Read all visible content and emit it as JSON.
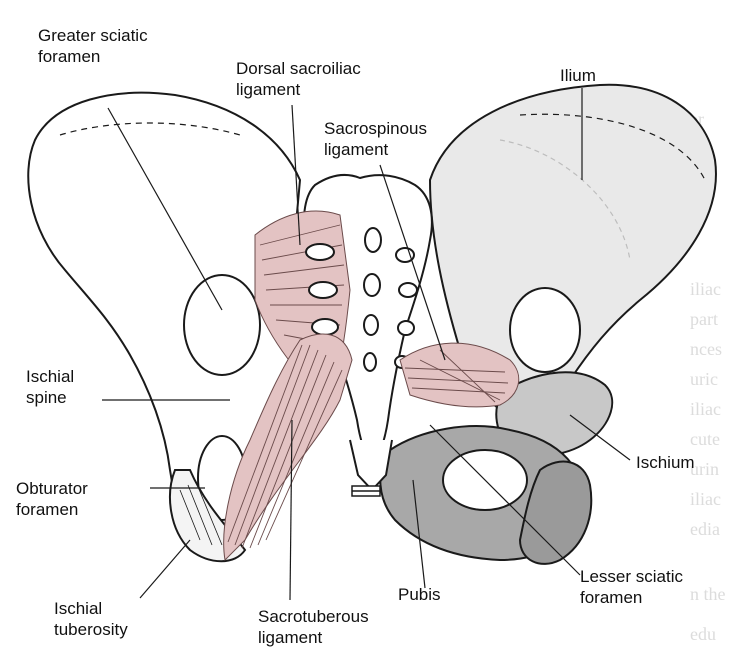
{
  "colors": {
    "outline": "#1a1a1a",
    "bone": "#ffffff",
    "ilium_shade": "#e9e9e9",
    "ischium_shade": "#c8c8c8",
    "pubis_shade": "#a8a8a8",
    "ligament": "#e3c3c3",
    "ligament_fibers": "#6b4b4b",
    "bleed_text": "#d9d9d9"
  },
  "labels": {
    "greater_sciatic": [
      "Greater sciatic",
      "foramen"
    ],
    "dorsal_sacroiliac": [
      "Dorsal sacroiliac",
      "ligament"
    ],
    "sacrospinous": [
      "Sacrospinous",
      "ligament"
    ],
    "ilium": [
      "Ilium"
    ],
    "ischial_spine": [
      "Ischial",
      "spine"
    ],
    "obturator": [
      "Obturator",
      "foramen"
    ],
    "ischium": [
      "Ischium"
    ],
    "ischial_tuberosity": [
      "Ischial",
      "tuberosity"
    ],
    "pubis": [
      "Pubis"
    ],
    "sacrotuberous": [
      "Sacrotuberous",
      "ligament"
    ],
    "lesser_sciatic": [
      "Lesser sciatic",
      "foramen"
    ]
  }
}
